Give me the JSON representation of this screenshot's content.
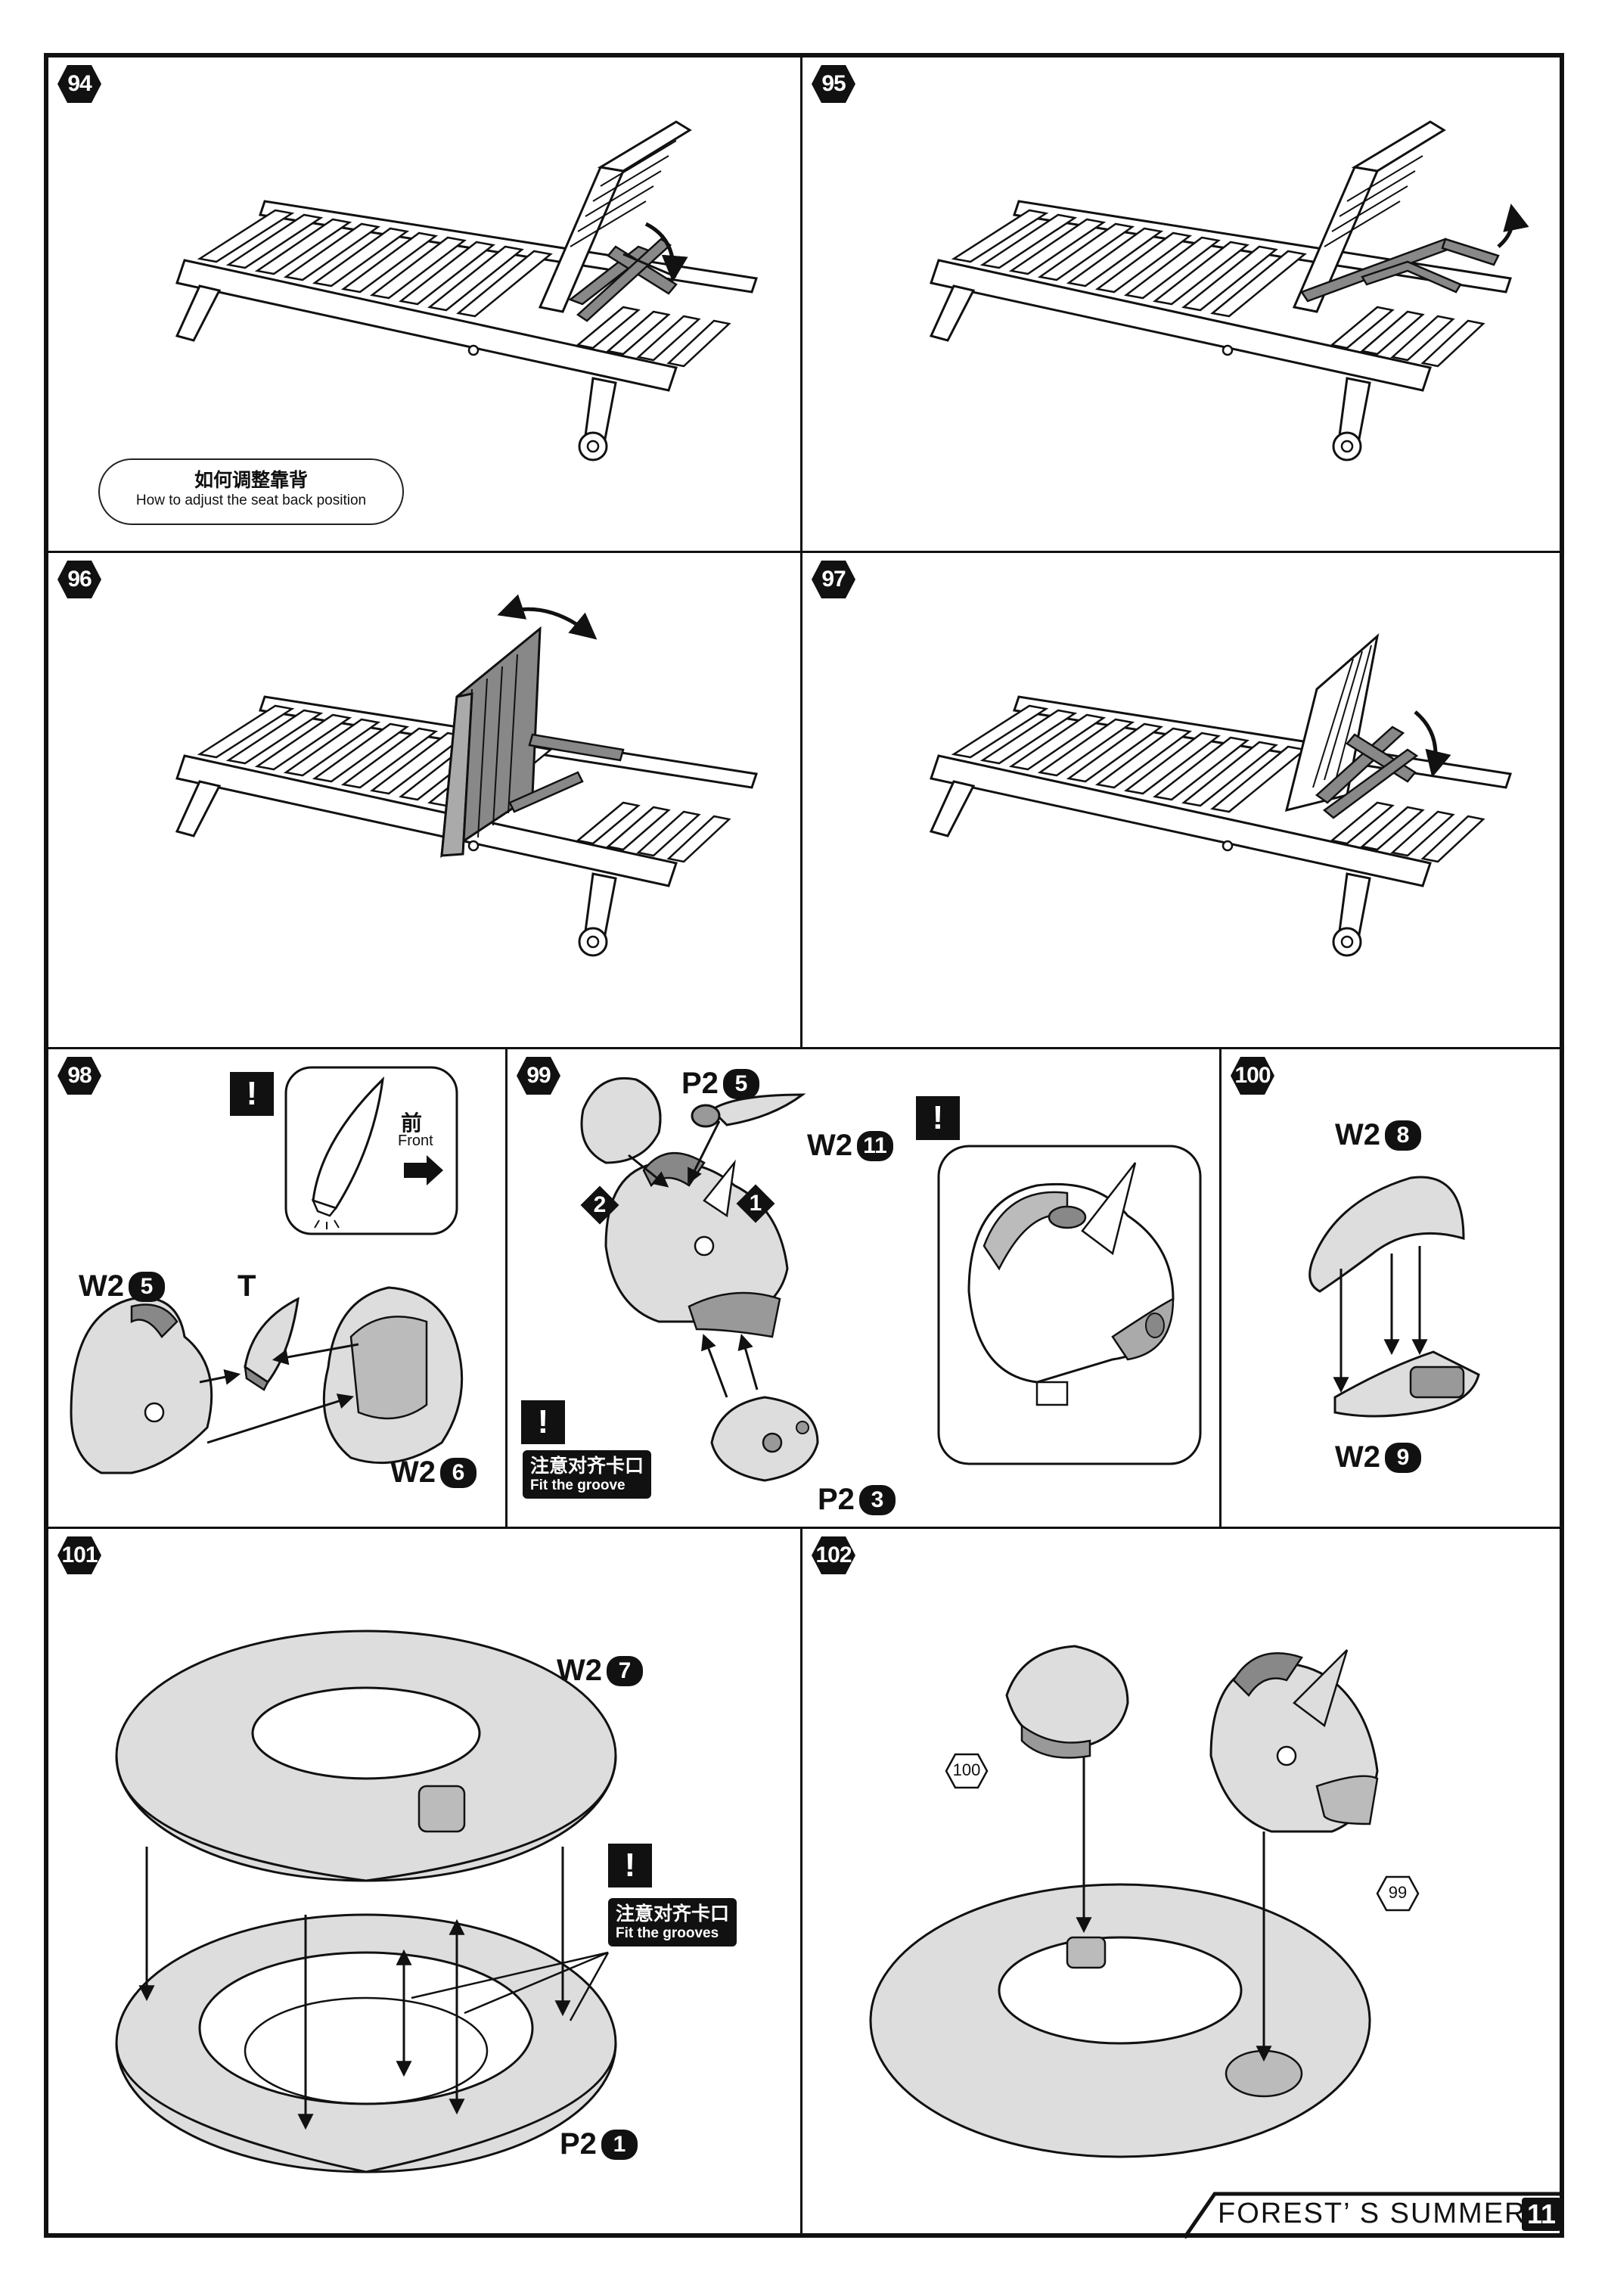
{
  "steps": {
    "s94": {
      "num": "94",
      "note_zh": "如何调整靠背",
      "note_en": "How to adjust the seat back position"
    },
    "s95": {
      "num": "95"
    },
    "s96": {
      "num": "96"
    },
    "s97": {
      "num": "97"
    },
    "s98": {
      "num": "98",
      "warn": "!",
      "front_zh": "前",
      "front_en": "Front",
      "parts": [
        {
          "sheet": "W2",
          "num": "5"
        },
        {
          "sheet": "T",
          "num": ""
        },
        {
          "sheet": "W2",
          "num": "6"
        }
      ]
    },
    "s99": {
      "num": "99",
      "warn": "!",
      "note_zh": "注意对齐卡口",
      "note_en": "Fit the groove",
      "order": [
        "1",
        "2"
      ],
      "parts": [
        {
          "sheet": "P2",
          "num": "5"
        },
        {
          "sheet": "W2",
          "num": "11"
        },
        {
          "sheet": "P2",
          "num": "3"
        }
      ]
    },
    "s100": {
      "num": "100",
      "parts": [
        {
          "sheet": "W2",
          "num": "8"
        },
        {
          "sheet": "W2",
          "num": "9"
        }
      ]
    },
    "s101": {
      "num": "101",
      "warn": "!",
      "note_zh": "注意对齐卡口",
      "note_en": "Fit the grooves",
      "parts": [
        {
          "sheet": "W2",
          "num": "7"
        },
        {
          "sheet": "P2",
          "num": "1"
        }
      ]
    },
    "s102": {
      "num": "102",
      "refs": [
        "100",
        "99"
      ]
    }
  },
  "footer": {
    "brand": "FOREST’ S SUMMER",
    "page": "11"
  }
}
